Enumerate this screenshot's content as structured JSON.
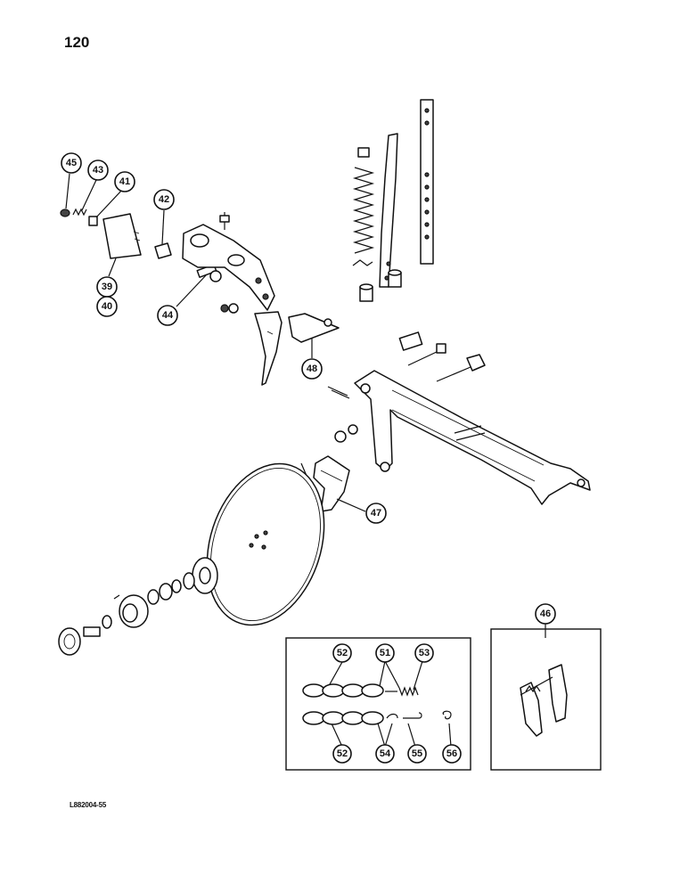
{
  "page": {
    "number": "120",
    "figure_code": "L882004-55"
  },
  "callouts": {
    "p39": "39",
    "p40": "40",
    "p41": "41",
    "p42": "42",
    "p43": "43",
    "p44": "44",
    "p45": "45",
    "p46": "46",
    "p47": "47",
    "p48": "48",
    "inset_top": [
      "52",
      "51",
      "53"
    ],
    "inset_bottom": [
      "52",
      "54",
      "55",
      "56"
    ]
  }
}
